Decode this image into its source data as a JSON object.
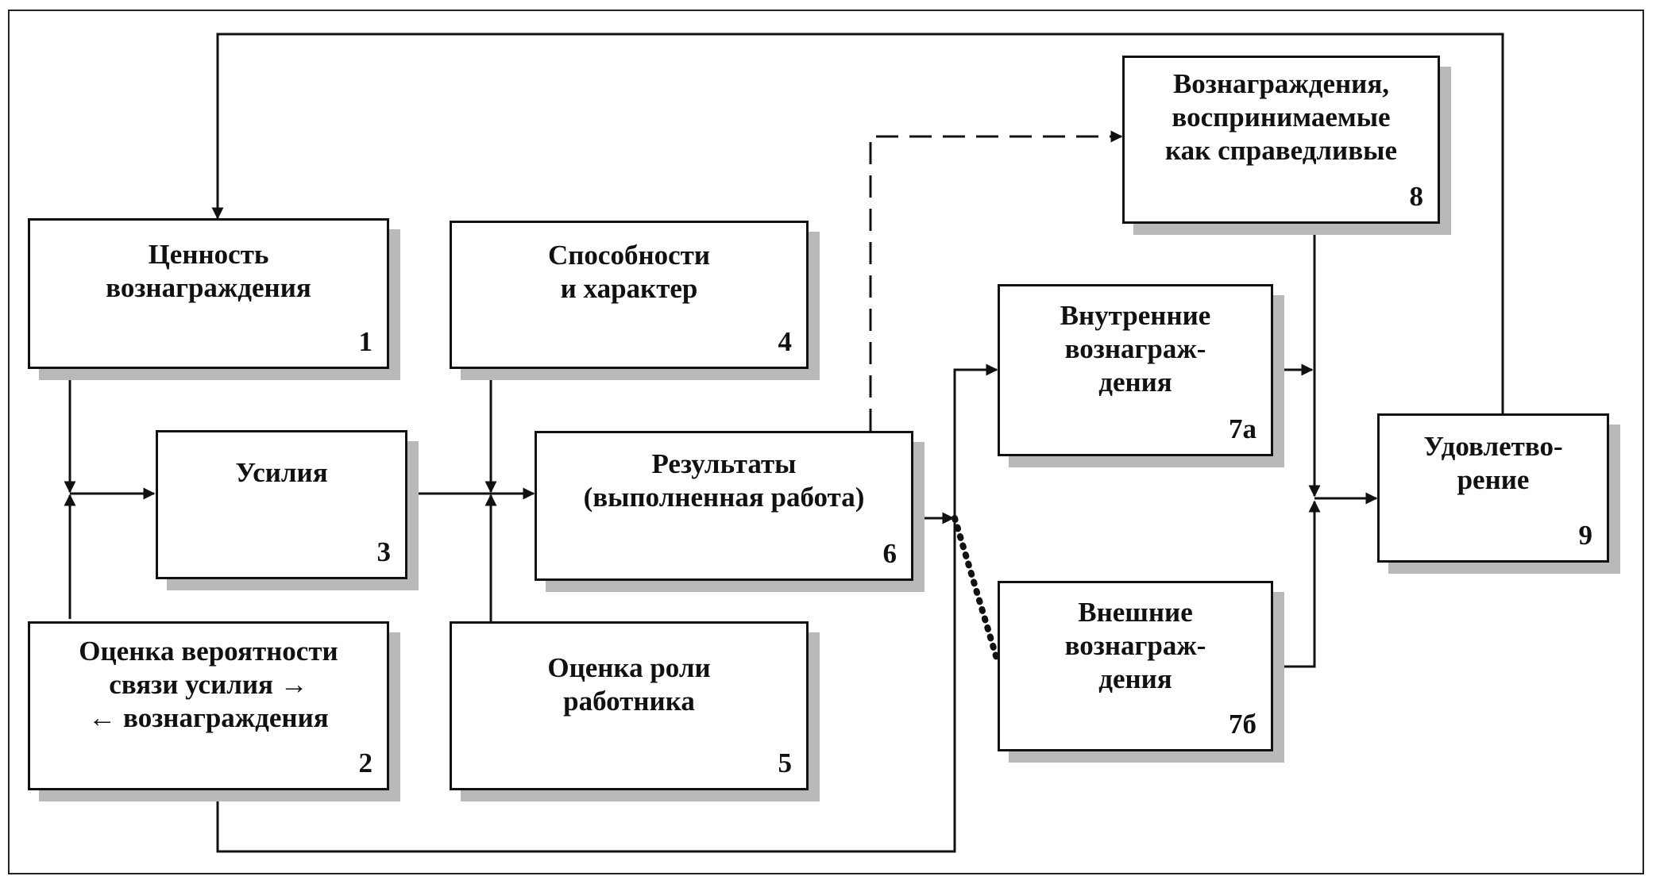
{
  "diagram": {
    "nodes": {
      "n1": {
        "label": "Ценность\nвознаграждения",
        "number": "1"
      },
      "n2": {
        "label": "Оценка вероятности\nсвязи усилия →\n← вознаграждения",
        "number": "2"
      },
      "n3": {
        "label": "Усилия",
        "number": "3"
      },
      "n4": {
        "label": "Способности\nи характер",
        "number": "4"
      },
      "n5": {
        "label": "Оценка роли\nработника",
        "number": "5"
      },
      "n6": {
        "label": "Результаты\n(выполненная работа)",
        "number": "6"
      },
      "n7a": {
        "label": "Внутренние\nвознаграж-\nдения",
        "number": "7а"
      },
      "n7b": {
        "label": "Внешние\nвознаграж-\nдения",
        "number": "7б"
      },
      "n8": {
        "label": "Вознаграждения,\nвоспринимаемые\nкак справедливые",
        "number": "8"
      },
      "n9": {
        "label": "Удовлетво-\nрение",
        "number": "9"
      }
    },
    "connections": [
      {
        "from": "n1",
        "to": "n3",
        "style": "solid"
      },
      {
        "from": "n2",
        "to": "n3",
        "style": "solid"
      },
      {
        "from": "n3",
        "to": "n6",
        "style": "solid"
      },
      {
        "from": "n4",
        "to": "n6",
        "style": "solid"
      },
      {
        "from": "n5",
        "to": "n6",
        "style": "solid"
      },
      {
        "from": "n6",
        "to": "n7a",
        "style": "solid"
      },
      {
        "from": "n6",
        "to": "n7b",
        "style": "dotted"
      },
      {
        "from": "n6",
        "to": "n8",
        "style": "dashed"
      },
      {
        "from": "n6",
        "to": "n2",
        "style": "solid"
      },
      {
        "from": "n7a",
        "to": "n9",
        "style": "solid"
      },
      {
        "from": "n7b",
        "to": "n9",
        "style": "solid"
      },
      {
        "from": "n8",
        "to": "n9",
        "style": "solid"
      },
      {
        "from": "n9",
        "to": "n1",
        "style": "solid"
      }
    ]
  },
  "colors": {
    "line": "#111111",
    "shadow": "#b9b9b9",
    "box_fill": "#ffffff"
  }
}
